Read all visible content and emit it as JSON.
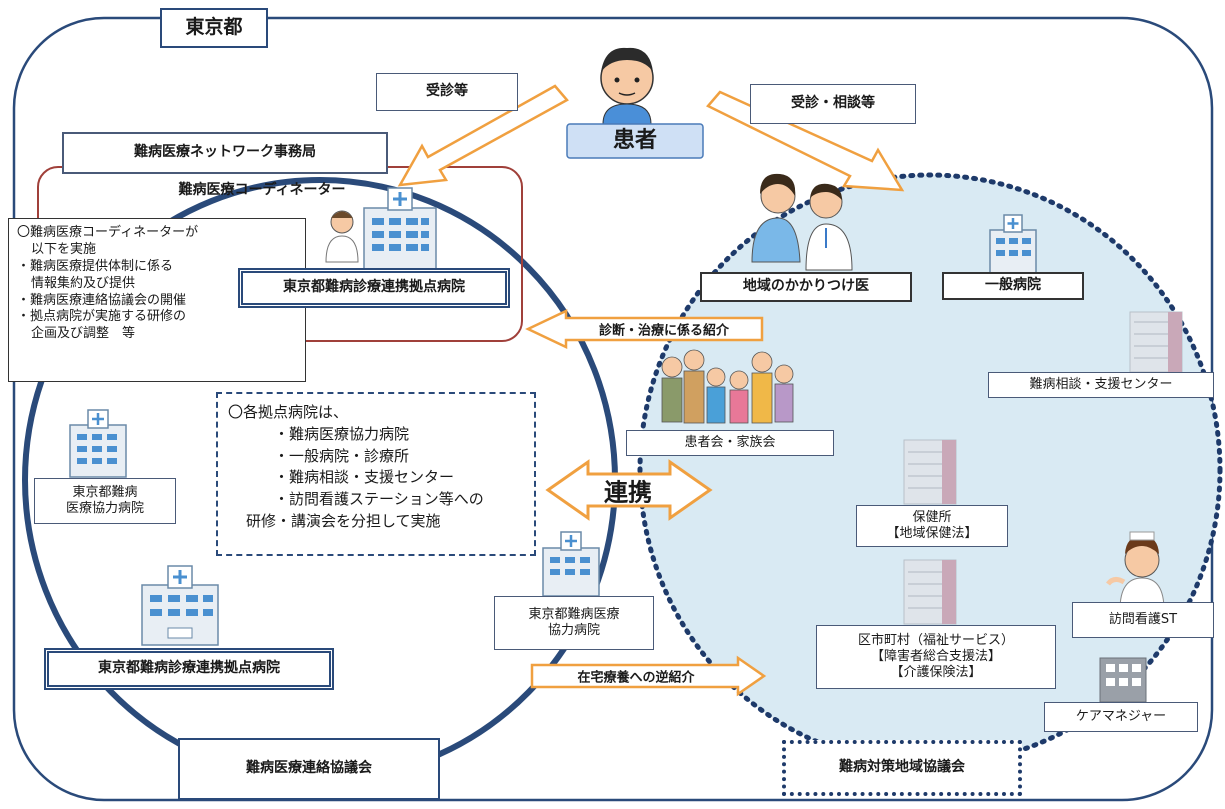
{
  "title": "東京都",
  "patient": {
    "label": "患者"
  },
  "visit_left": "受診等",
  "visit_right": "受診・相談等",
  "network_office": "難病医療ネットワーク事務局",
  "coordinator": "難病医療コーディネーター",
  "coordinator_tasks": {
    "heading": "〇難病医療コーディネーターが",
    "heading_cont": "以下を実施",
    "items": [
      {
        "line1": "・難病医療提供体制に係る",
        "line2": "情報集約及び提供"
      },
      {
        "line1": "・難病医療連絡協議会の開催",
        "line2": ""
      },
      {
        "line1": "・拠点病院が実施する研修の",
        "line2": "企画及び調整　等"
      }
    ]
  },
  "base_hospital_top": "東京都難病診療連携拠点病院",
  "base_hospital_bottom": "東京都難病診療連携拠点病院",
  "coop_hospital_left": "東京都難病\n医療協力病院",
  "coop_hospital_center": "東京都難病医療\n協力病院",
  "training": {
    "heading": "〇各拠点病院は、",
    "items": [
      "・難病医療協力病院",
      "・一般病院・診療所",
      "・難病相談・支援センター",
      "・訪問看護ステーション等への"
    ],
    "footer": "研修・講演会を分担して実施"
  },
  "referral_label": "診断・治療に係る紹介",
  "renkei": "連携",
  "reverse_referral": "在宅療養への逆紹介",
  "council_left": "難病医療連絡協議会",
  "council_right": "難病対策地域協議会",
  "region": {
    "family_doctor": "地域のかかりつけ医",
    "general_hospital": "一般病院",
    "support_center": "難病相談・支援センター",
    "patient_assoc": "患者会・家族会",
    "health_center": "保健所\n【地域保健法】",
    "municipality": "区市町村（福祉サービス）\n【障害者総合支援法】\n【介護保険法】",
    "visiting_nurse": "訪問看護ST",
    "care_manager": "ケアマネジャー"
  },
  "colors": {
    "frame": "#2a4a7a",
    "arrow_fill": "#ffffff",
    "arrow_stroke": "#f0a040",
    "region_fill": "#d9eaf3",
    "region_border": "#1e3a6a",
    "network_border": "#a0403a",
    "patient_box": "#cfe0f5"
  }
}
